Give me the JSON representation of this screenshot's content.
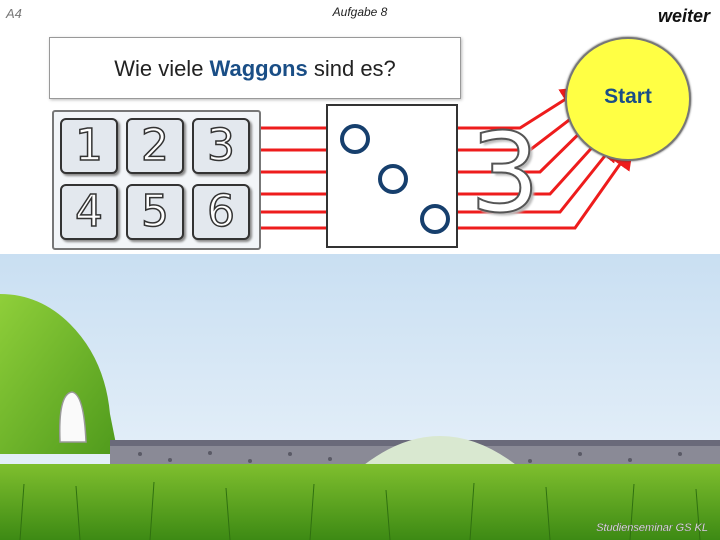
{
  "header": {
    "slide_label": "A4",
    "task_title": "Aufgabe 8",
    "next_label": "weiter"
  },
  "question": {
    "prefix": "Wie viele ",
    "highlight": "Waggons",
    "suffix": " sind es?"
  },
  "answers": [
    "1",
    "2",
    "3",
    "4",
    "5",
    "6"
  ],
  "dice": {
    "pips": 3
  },
  "result": {
    "number": "3"
  },
  "start": {
    "label": "Start"
  },
  "footer": {
    "credit": "Studienseminar GS KL"
  },
  "colors": {
    "accent_blue": "#1a4e86",
    "start_yellow": "#ffff44",
    "arrow_red": "#ee1c1c"
  }
}
